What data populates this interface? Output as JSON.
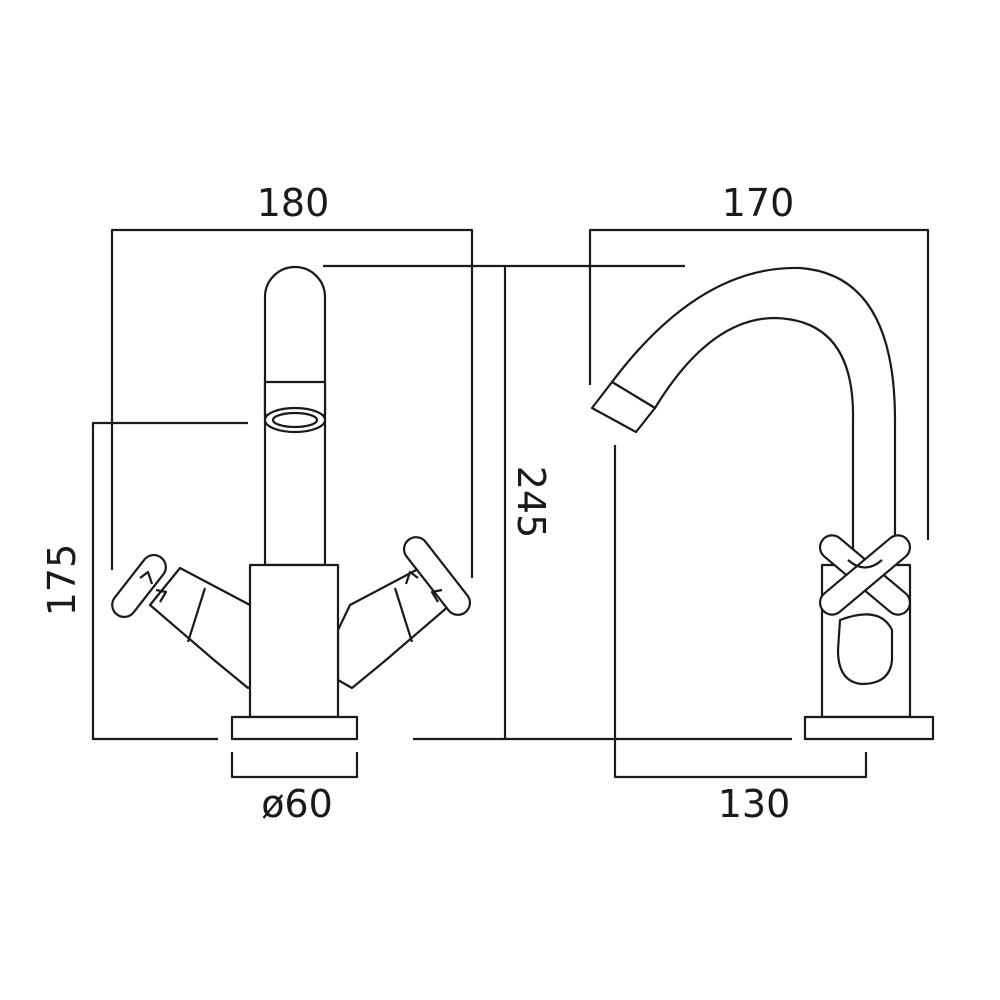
{
  "dimensions": {
    "front_width": "180",
    "side_width": "170",
    "front_handle_height": "175",
    "overall_height": "245",
    "base_diameter": "ø60",
    "spout_reach": "130"
  },
  "colors": {
    "line": "#1a1a1a",
    "background": "#ffffff"
  }
}
